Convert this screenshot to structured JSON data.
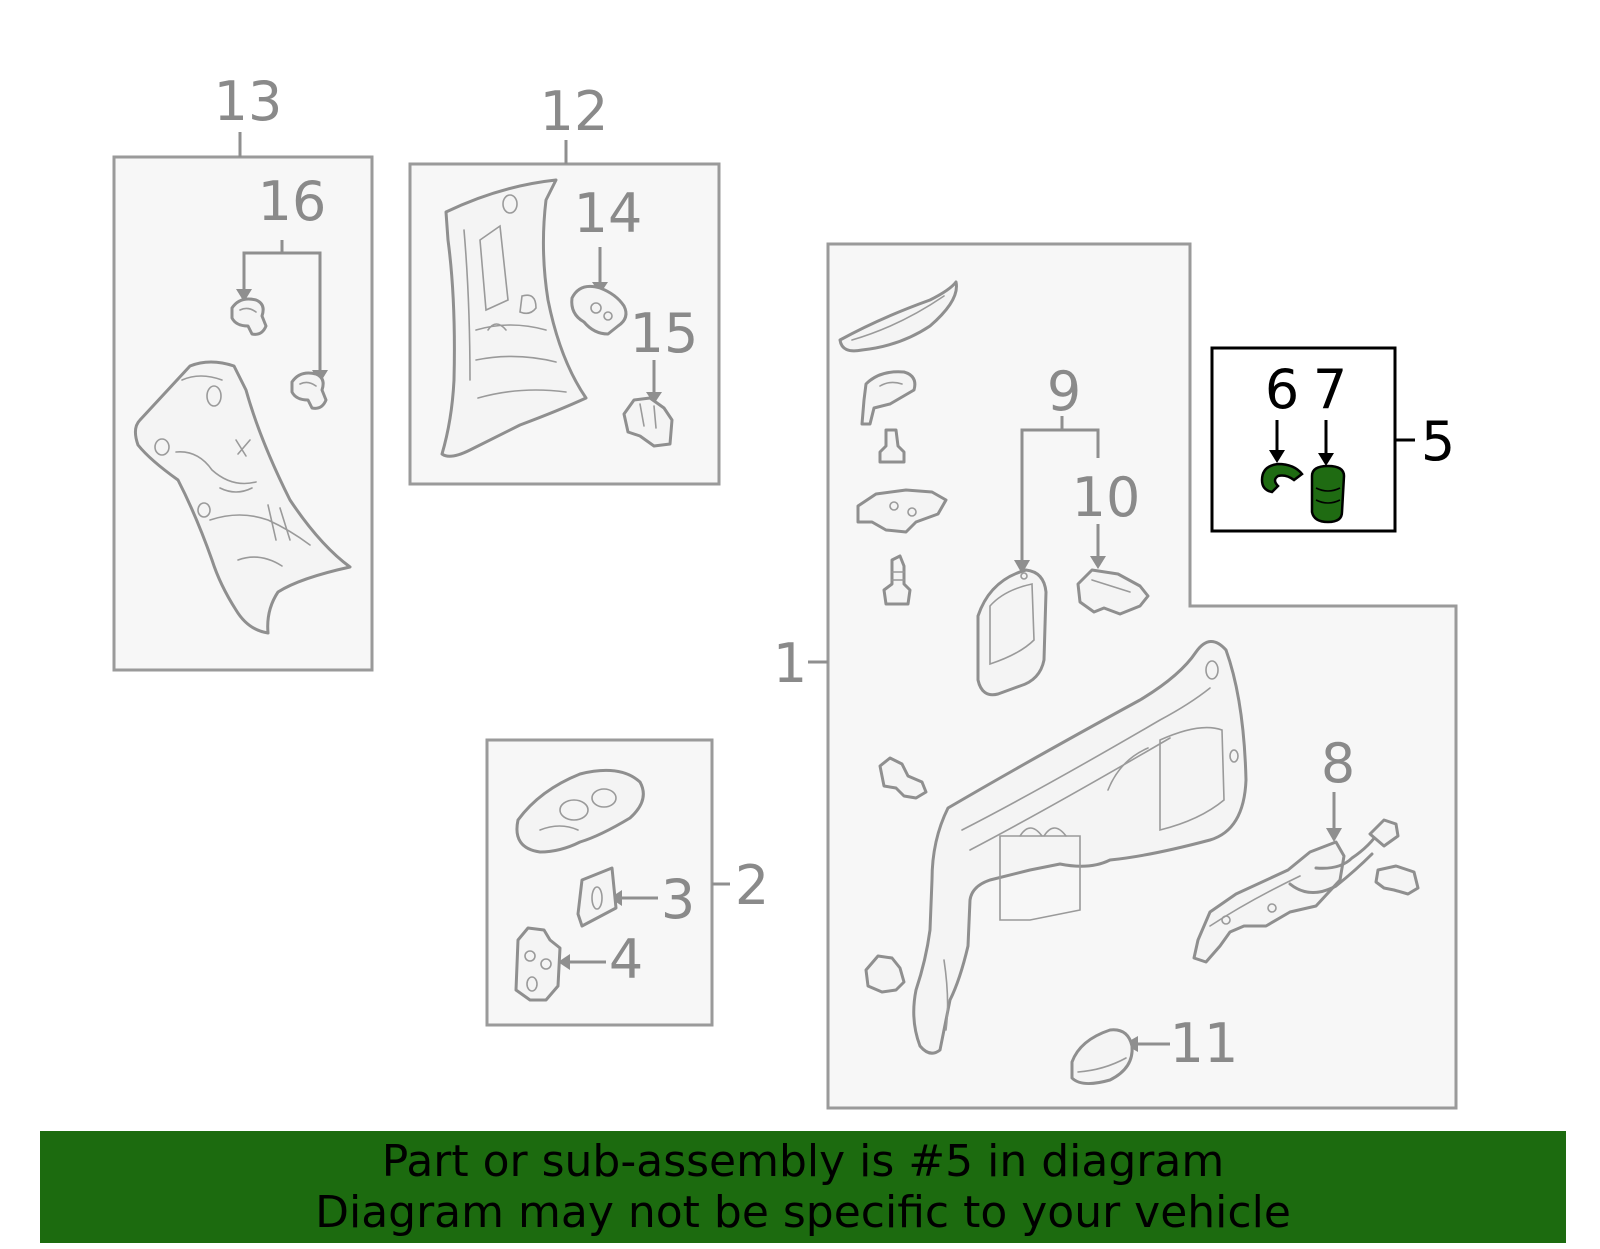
{
  "diagram": {
    "callouts": {
      "c1": "1",
      "c2": "2",
      "c3": "3",
      "c4": "4",
      "c5": "5",
      "c6": "6",
      "c7": "7",
      "c8": "8",
      "c9": "9",
      "c10": "10",
      "c11": "11",
      "c12": "12",
      "c13": "13",
      "c14": "14",
      "c15": "15",
      "c16": "16"
    },
    "highlighted_part": "5",
    "colors": {
      "highlight": "#1f6b12",
      "banner": "#1c6b0f",
      "part_lines": "#8f8f8f"
    }
  },
  "banner": {
    "line1": "Part or sub-assembly is #5 in diagram",
    "line2": "Diagram may not be specific to your vehicle"
  }
}
